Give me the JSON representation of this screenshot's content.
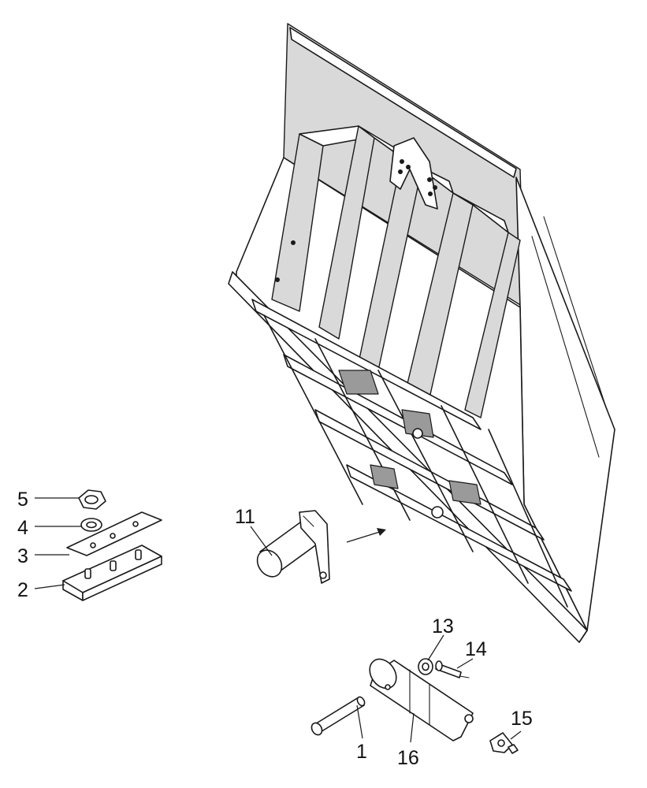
{
  "callouts": {
    "c1": "1",
    "c2": "2",
    "c3": "3",
    "c4": "4",
    "c5": "5",
    "c11": "11",
    "c13": "13",
    "c14": "14",
    "c15": "15",
    "c16": "16"
  }
}
